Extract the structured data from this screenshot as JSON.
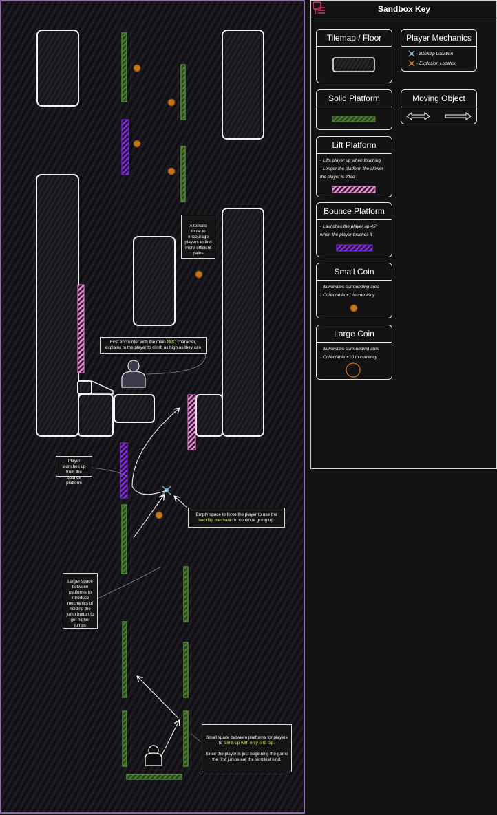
{
  "legend": {
    "title": "Sandbox Key",
    "tilemap": {
      "title": "Tilemap / Floor"
    },
    "mechanics": {
      "title": "Player Mechanics",
      "backflip": "- Backflip Location",
      "explosion": "- Explosion Location"
    },
    "solid": {
      "title": "Solid Platform"
    },
    "moving": {
      "title": "Moving Object"
    },
    "lift": {
      "title": "Lift Platform",
      "line1": "- Lifts player up when touching",
      "line2": "- Longer the platform the slower",
      "line3": "the player is lifted"
    },
    "bounce": {
      "title": "Bounce Platform",
      "line1": "- Launches the player up 45°",
      "line2": "when the player touches it"
    },
    "small_coin": {
      "title": "Small Coin",
      "line1": "- Illuminates surrounding area",
      "line2": "- Collectable +1 to currency"
    },
    "large_coin": {
      "title": "Large Coin",
      "line1": "- Illuminates surrounding area",
      "line2": "- Collectable +10 to currency"
    }
  },
  "notes": {
    "alternate": "Alternate route to encourage players to find more efficient paths",
    "npc_pre": "First encounter with the main ",
    "npc_hl": "NPC",
    "npc_post": " character, explains to the player to climb as high as they can",
    "launch": "Player launches up from the bounce platform",
    "backflip_pre": "Empty space to force the player to use the ",
    "backflip_hl": "backflip mechanic",
    "backflip_post": " to continue going up.",
    "larger_space": "Larger space between platforms to introduce mechanics of holding the jump button to get higher jumps",
    "small_pre": "Small space between platforms for players to ",
    "small_hl": "climb up with only one tap.",
    "small_line2": "Since the player is just beginning the game the first jumps are the simplest kind."
  },
  "colors": {
    "solid": "#3e6b2a",
    "lift": "#f08ad8",
    "bounce": "#8a2be2",
    "coin": "#c4751b",
    "highlight_green": "#c9ff4a",
    "highlight_yellow": "#e8e84a"
  }
}
